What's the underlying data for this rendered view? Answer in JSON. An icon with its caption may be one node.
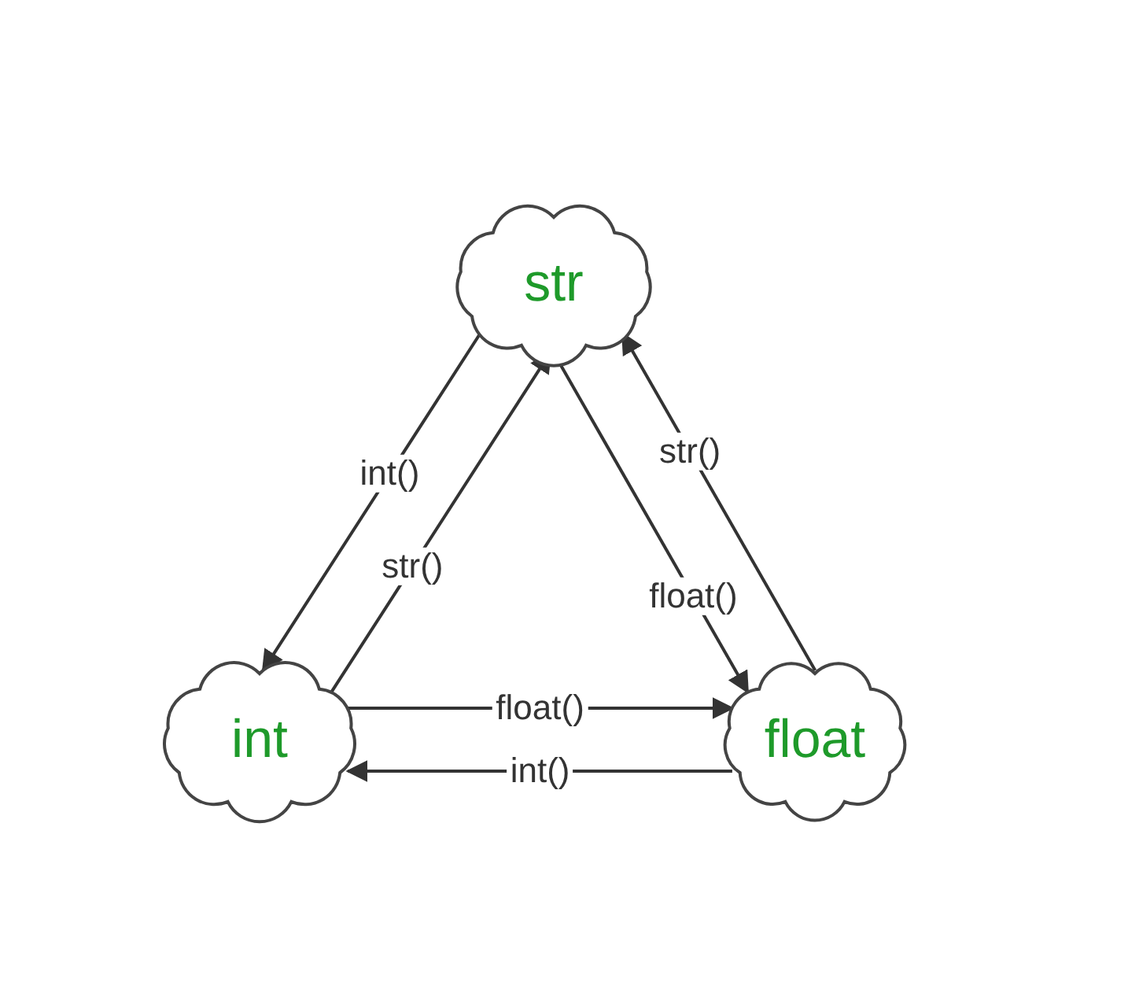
{
  "diagram": {
    "nodes": [
      {
        "text": [
          "str"
        ]
      },
      {
        "text": [
          "int"
        ]
      },
      {
        "text": [
          "float"
        ]
      }
    ],
    "edges": [
      {
        "from": 0,
        "to": 1,
        "arrow": "to",
        "label": "int()"
      },
      {
        "from": 1,
        "to": 0,
        "arrow": "to",
        "label": "str()"
      },
      {
        "from": 0,
        "to": 2,
        "arrow": "to",
        "label": "float()"
      },
      {
        "from": 2,
        "to": 0,
        "arrow": "to",
        "label": "str()"
      },
      {
        "from": 1,
        "to": 2,
        "arrow": "to",
        "label": "float()"
      },
      {
        "from": 2,
        "to": 1,
        "arrow": "to",
        "label": "int()"
      }
    ]
  }
}
